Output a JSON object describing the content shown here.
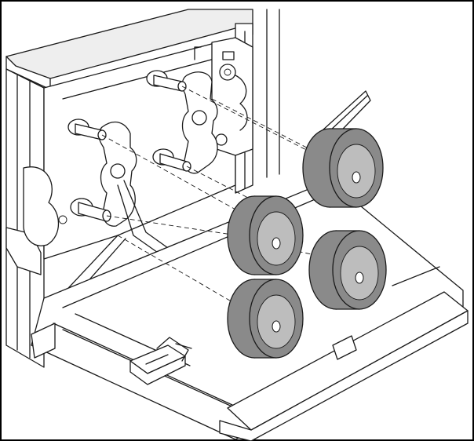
{
  "figure": {
    "text_labels": [],
    "frame_color": "#000000",
    "roller_color": "#8a8a8a",
    "roller_core_color": "#bdbdbd",
    "line_color": "#1a1a1a",
    "background_color": "#ffffff",
    "parts": [
      "printer-housing",
      "open-front-door",
      "roller-bracket-left",
      "roller-bracket-right",
      "roller",
      "roller",
      "roller",
      "roller",
      "flap-cover",
      "door-latch"
    ]
  }
}
